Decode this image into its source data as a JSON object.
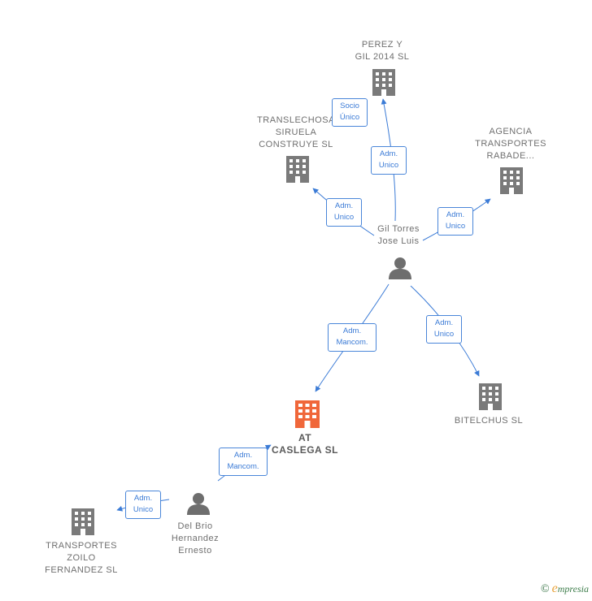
{
  "nodes": {
    "perez_gil": {
      "label": "PEREZ Y\nGIL 2014  SL",
      "type": "company"
    },
    "translechosa": {
      "label": "TRANSLECHOSA\nSIRUELA\nCONSTRUYE SL",
      "type": "company"
    },
    "agencia": {
      "label": "AGENCIA\nTRANSPORTES\nRABADE...",
      "type": "company"
    },
    "gil_torres": {
      "label": "Gil Torres\nJose Luis",
      "type": "person"
    },
    "at_caslega": {
      "label": "AT\nCASLEGA  SL",
      "type": "company-main"
    },
    "bitelchus": {
      "label": "BITELCHUS SL",
      "type": "company"
    },
    "del_brio": {
      "label": "Del Brio\nHernandez\nErnesto",
      "type": "person"
    },
    "transportes_zoilo": {
      "label": "TRANSPORTES\nZOILO\nFERNANDEZ SL",
      "type": "company"
    }
  },
  "edges": {
    "socio_unico": {
      "label": "Socio\nÚnico"
    },
    "adm_perez": {
      "label": "Adm.\nUnico"
    },
    "adm_translechosa": {
      "label": "Adm.\nUnico"
    },
    "adm_agencia": {
      "label": "Adm.\nUnico"
    },
    "adm_mancom_gil": {
      "label": "Adm.\nMancom."
    },
    "adm_bitelchus": {
      "label": "Adm.\nUnico"
    },
    "adm_mancom_brio": {
      "label": "Adm.\nMancom."
    },
    "adm_zoilo": {
      "label": "Adm.\nUnico"
    }
  },
  "colors": {
    "edge": "#3b7bd6",
    "building": "#7a7a7a",
    "building_main": "#f0673a",
    "person": "#6e6e6e"
  },
  "icons": {
    "company": "building-icon",
    "person": "person-icon"
  },
  "brand": {
    "copyright": "©",
    "name": "mpresia",
    "initial": "e"
  }
}
